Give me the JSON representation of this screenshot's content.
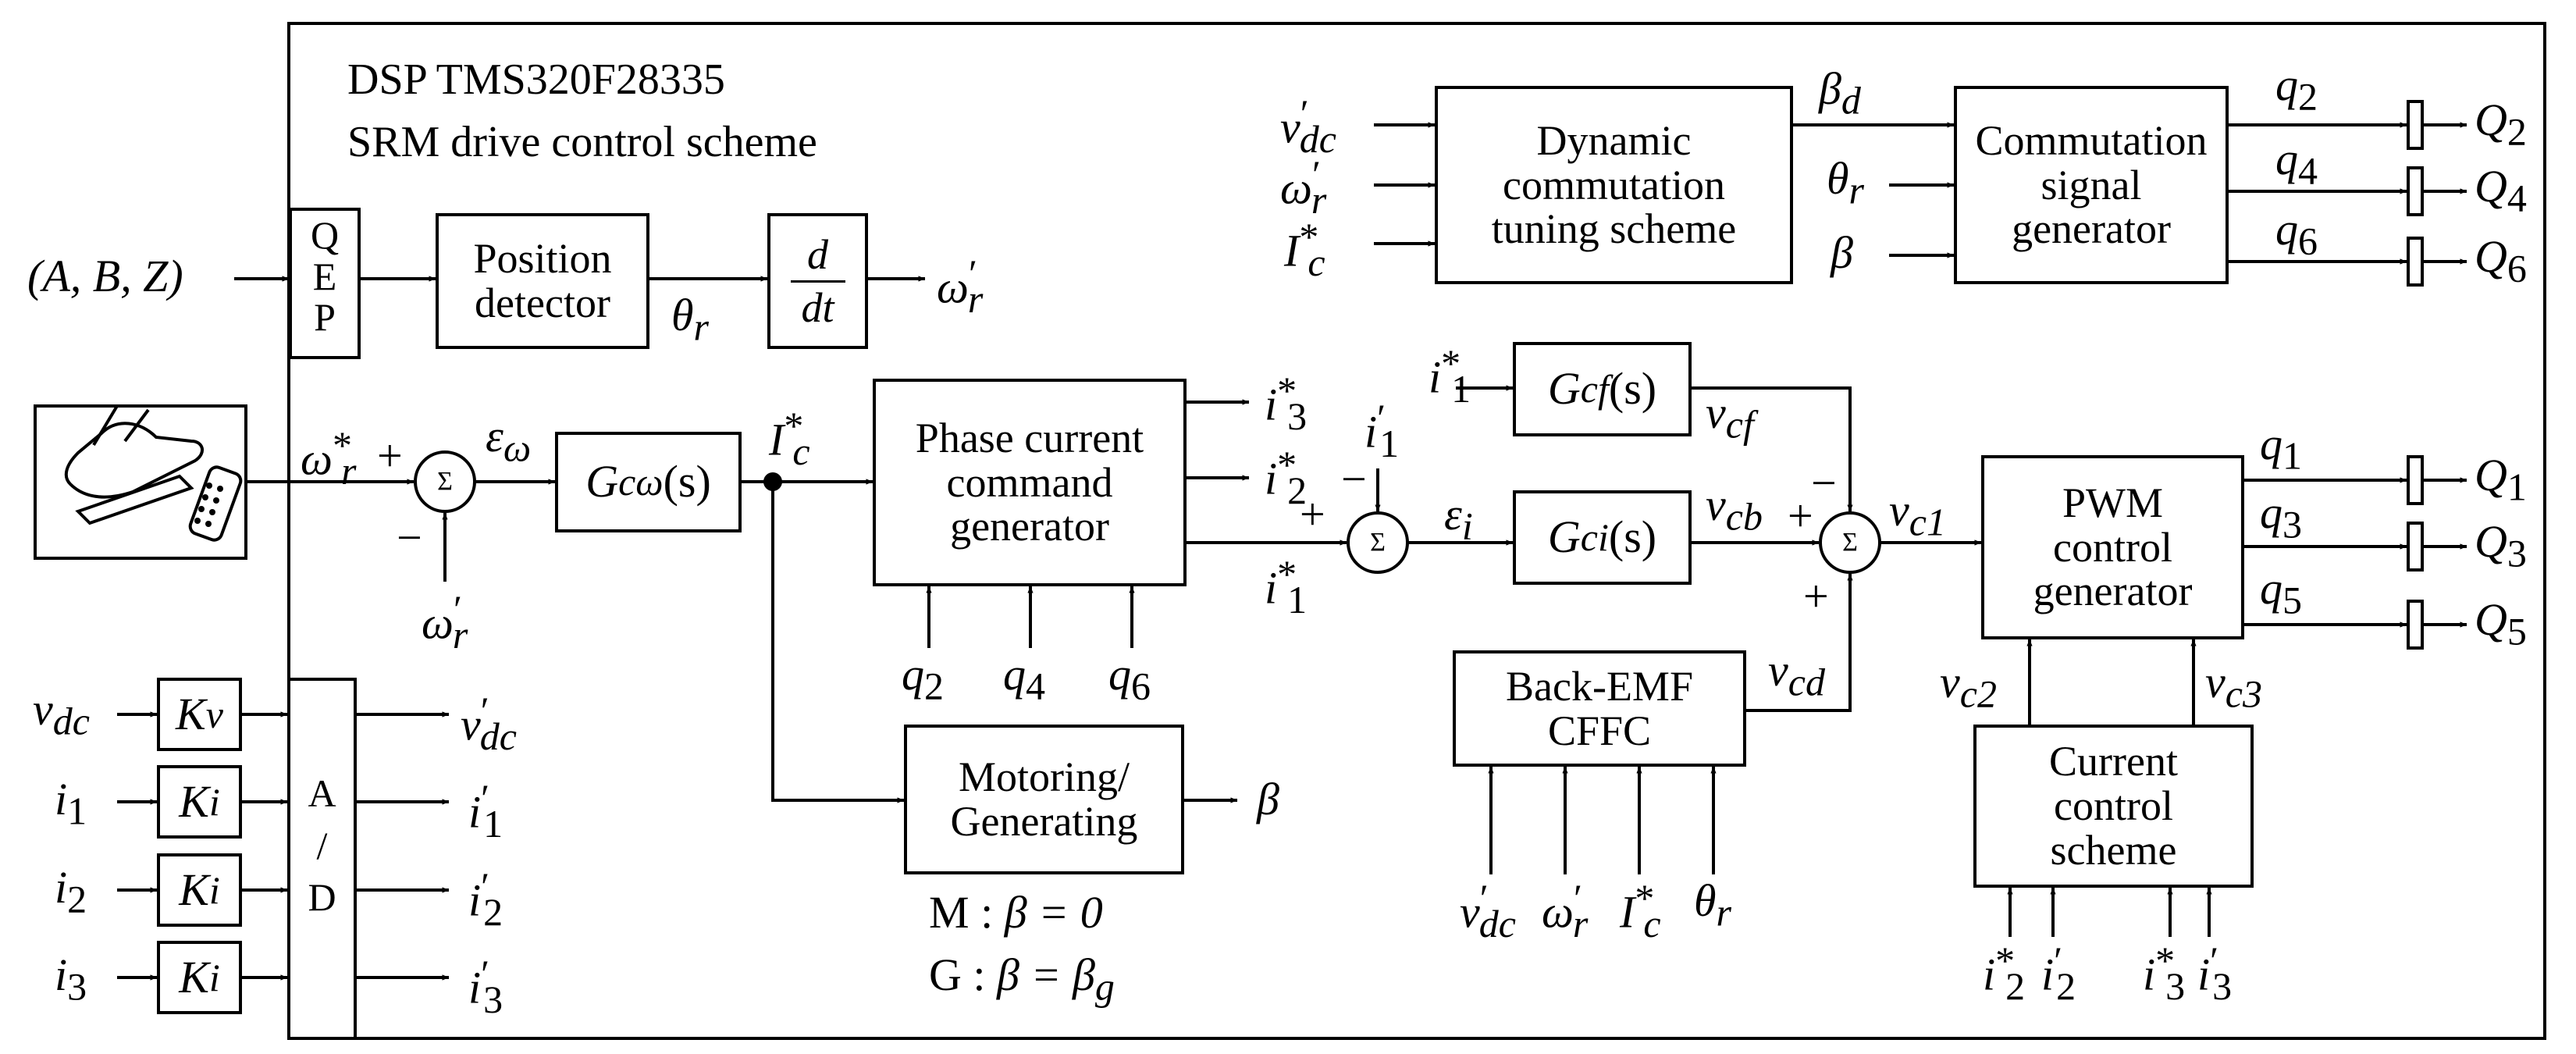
{
  "header": {
    "line1": "DSP TMS320F28335",
    "line2": "SRM drive control scheme"
  },
  "blocks": {
    "qep": [
      "Q",
      "E",
      "P"
    ],
    "position_detector": [
      "Position",
      "detector"
    ],
    "derivative": {
      "num": "d",
      "den": "dt"
    },
    "gcw": "G",
    "gcw_sub": "cω",
    "gcw_arg": "(s)",
    "phase_current": [
      "Phase current",
      "command",
      "generator"
    ],
    "motoring": [
      "Motoring/",
      "Generating"
    ],
    "dynamic": [
      "Dynamic",
      "commutation",
      "tuning scheme"
    ],
    "commutation": [
      "Commutation",
      "signal",
      "generator"
    ],
    "gcf": "G",
    "gcf_sub": "cf",
    "gci": "G",
    "gci_sub": "ci",
    "s_arg": "(s)",
    "backemf": [
      "Back-EMF",
      "CFFC"
    ],
    "pwm": [
      "PWM",
      "control",
      "generator"
    ],
    "current_control": [
      "Current",
      "control",
      "scheme"
    ],
    "ad": [
      "A",
      "/",
      "D"
    ],
    "kv": "K",
    "kv_sub": "v",
    "ki": "K",
    "ki_sub": "i",
    "sum": "Σ"
  },
  "signals": {
    "abz": "(A, B, Z)",
    "theta": "θ",
    "theta_sub": "r",
    "omega": "ω",
    "omega_sub": "r",
    "prime": "′",
    "star": "*",
    "eps_w": "ε",
    "eps_w_sub": "ω",
    "eps_i": "ε",
    "eps_i_sub": "i",
    "ic": "I",
    "ic_sub": "c",
    "i": "i",
    "q": "q",
    "Q": "Q",
    "beta": "β",
    "beta_d_sub": "d",
    "vdc": "v",
    "vdc_sub": "dc",
    "v": "v",
    "vcf_sub": "cf",
    "vcb_sub": "cb",
    "vc1_sub": "c1",
    "vcd_sub": "cd",
    "vc2_sub": "c2",
    "vc3_sub": "c3",
    "plus": "+",
    "minus": "−",
    "mode_m": "M :",
    "mode_g": "G :",
    "beta_eq0": "β = 0",
    "beta_eqg": "β = β",
    "g_sub": "g",
    "n1": "1",
    "n2": "2",
    "n3": "3",
    "n4": "4",
    "n5": "5",
    "n6": "6"
  }
}
